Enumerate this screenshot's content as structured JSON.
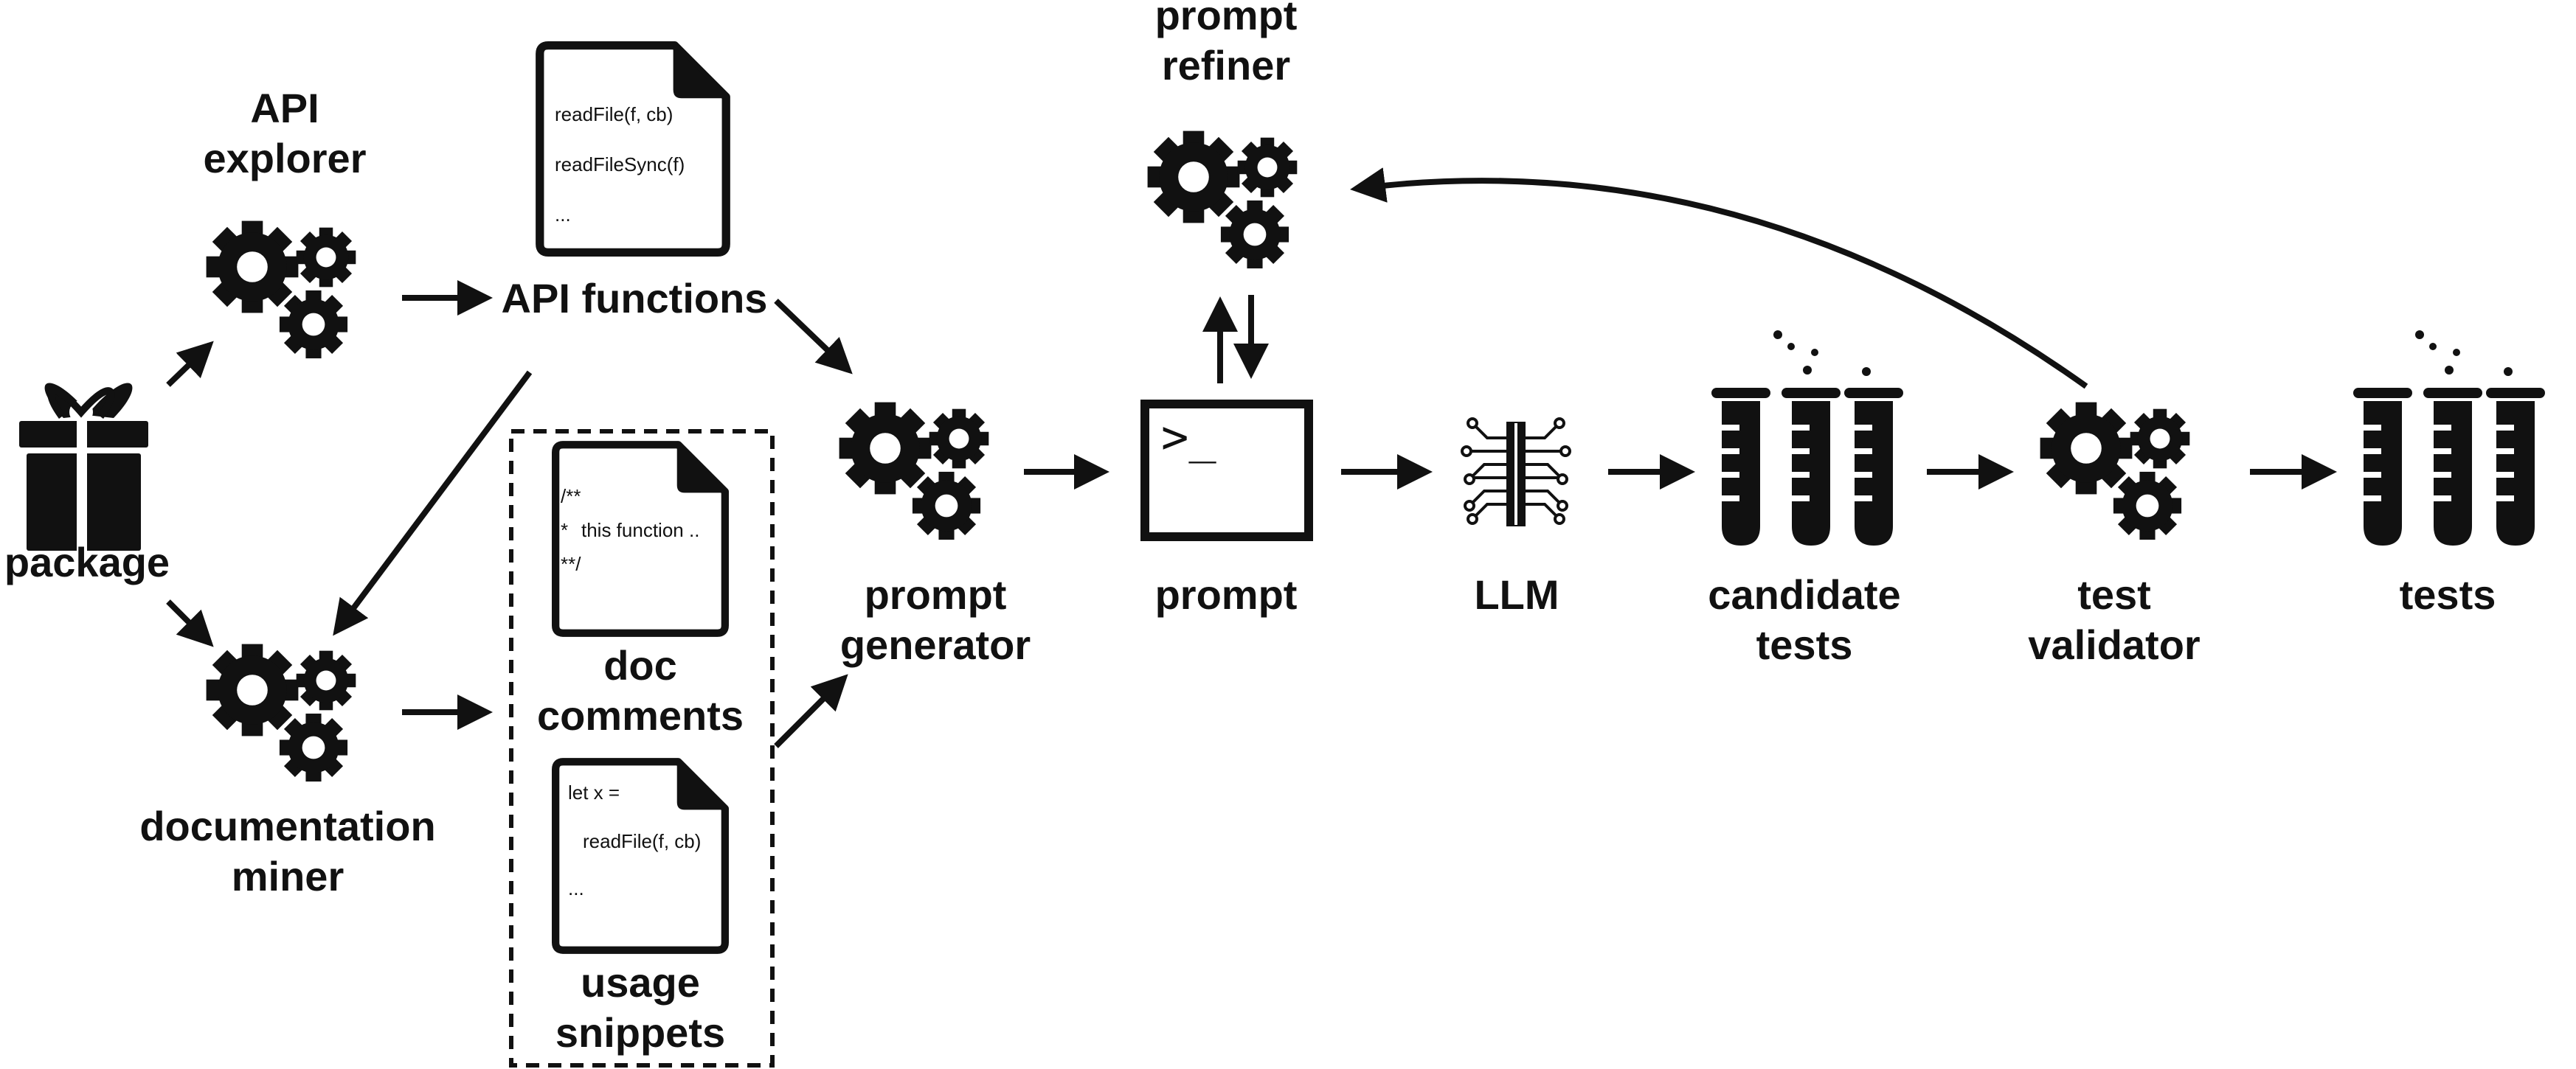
{
  "nodes": {
    "package": "package",
    "api_explorer": [
      "API",
      "explorer"
    ],
    "api_functions": "API functions",
    "documentation_miner": [
      "documentation",
      "miner"
    ],
    "doc_comments": [
      "doc",
      "comments"
    ],
    "usage_snippets": [
      "usage",
      "snippets"
    ],
    "prompt_generator": [
      "prompt",
      "generator"
    ],
    "prompt_refiner": [
      "prompt",
      "refiner"
    ],
    "prompt": "prompt",
    "llm": "LLM",
    "candidate_tests": [
      "candidate",
      "tests"
    ],
    "test_validator": [
      "test",
      "validator"
    ],
    "tests": "tests"
  },
  "documents": {
    "api_functions_doc": [
      "readFile(f, cb)",
      "readFileSync(f)",
      "..."
    ],
    "doc_comments_doc": [
      "/**",
      "*",
      "this function ..",
      "**/"
    ],
    "usage_snippets_doc": [
      "let x =",
      "readFile(f, cb)",
      "..."
    ]
  },
  "terminal_text": ">_",
  "icons": {
    "package": "gift-icon",
    "gears": "gears-icon",
    "document": "document-icon",
    "terminal": "terminal-icon",
    "llm": "neural-chip-icon",
    "tests": "test-tubes-icon"
  },
  "colors": {
    "ink": "#111111",
    "background": "#ffffff"
  }
}
